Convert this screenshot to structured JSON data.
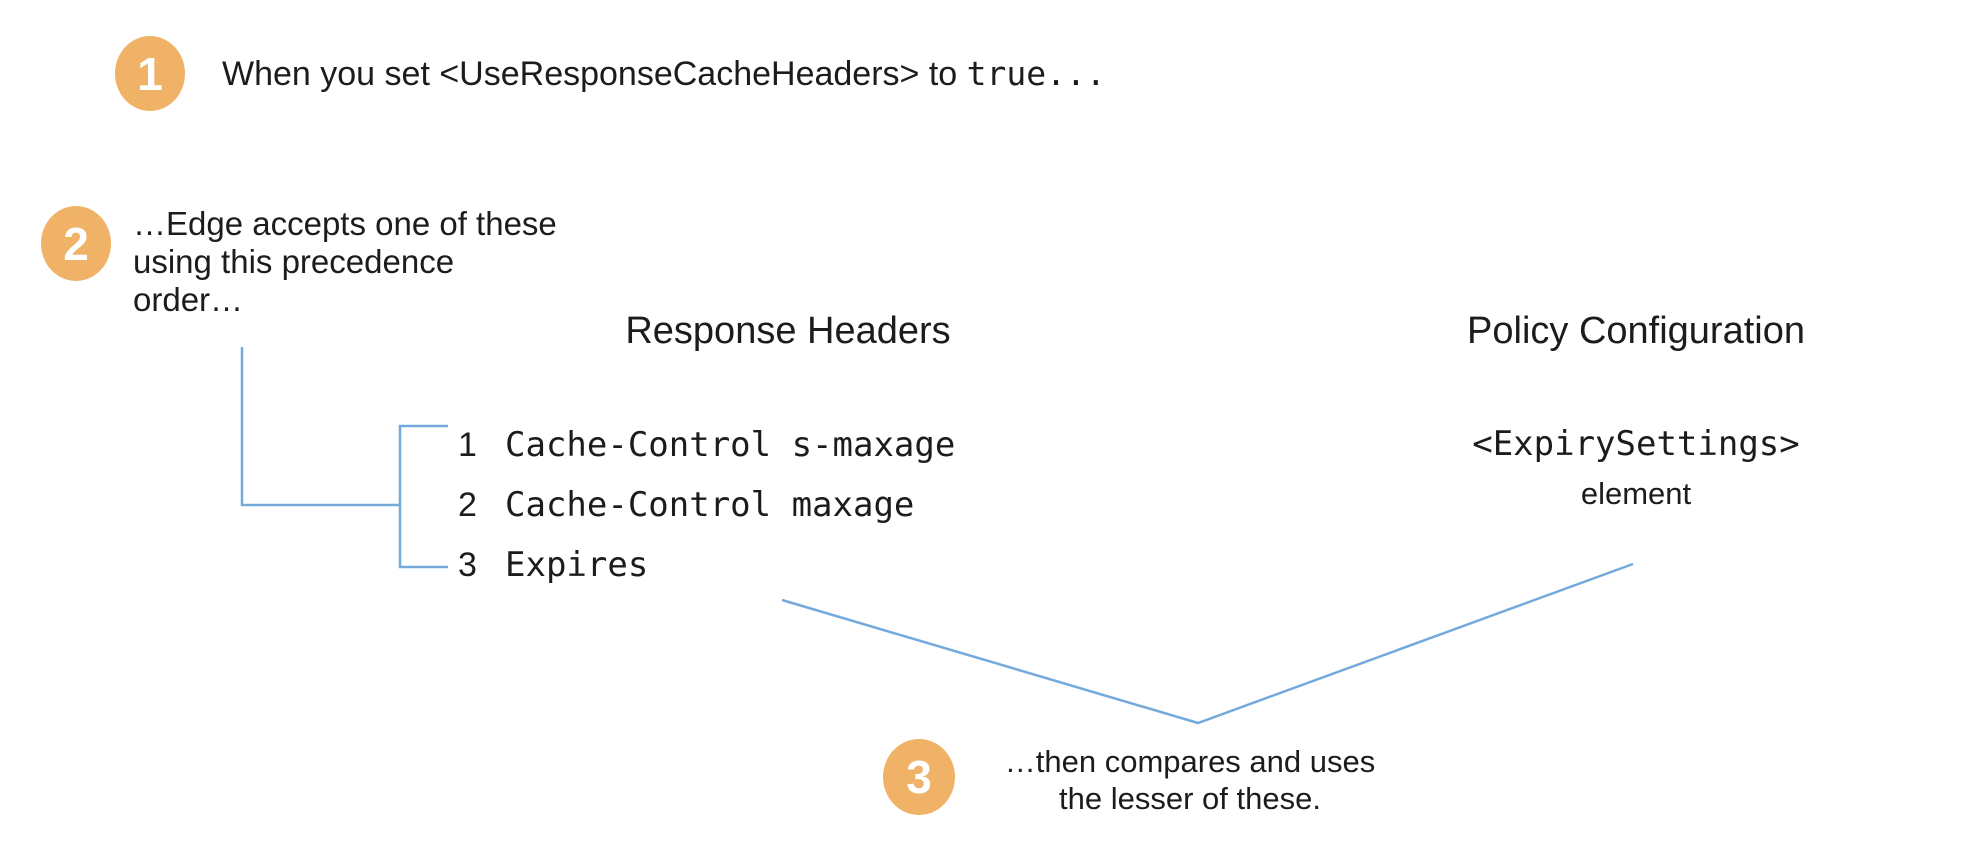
{
  "colors": {
    "badge": "#EFB266",
    "connector": "#74A9DC",
    "text": "#1C1C1C"
  },
  "steps": [
    {
      "number": "1",
      "text_before_code": "When you set <UseResponseCacheHeaders> to ",
      "code": "true..."
    },
    {
      "number": "2",
      "lines": [
        "…Edge accepts one of these",
        "using this precedence",
        "order…"
      ]
    },
    {
      "number": "3",
      "lines": [
        "…then compares and uses",
        "the lesser of these."
      ]
    }
  ],
  "response_headers": {
    "title": "Response Headers",
    "items": [
      {
        "rank": "1",
        "name": "Cache-Control s-maxage"
      },
      {
        "rank": "2",
        "name": "Cache-Control maxage"
      },
      {
        "rank": "3",
        "name": "Expires"
      }
    ]
  },
  "policy_configuration": {
    "title": "Policy Configuration",
    "code": "<ExpirySettings>",
    "label": "element"
  }
}
